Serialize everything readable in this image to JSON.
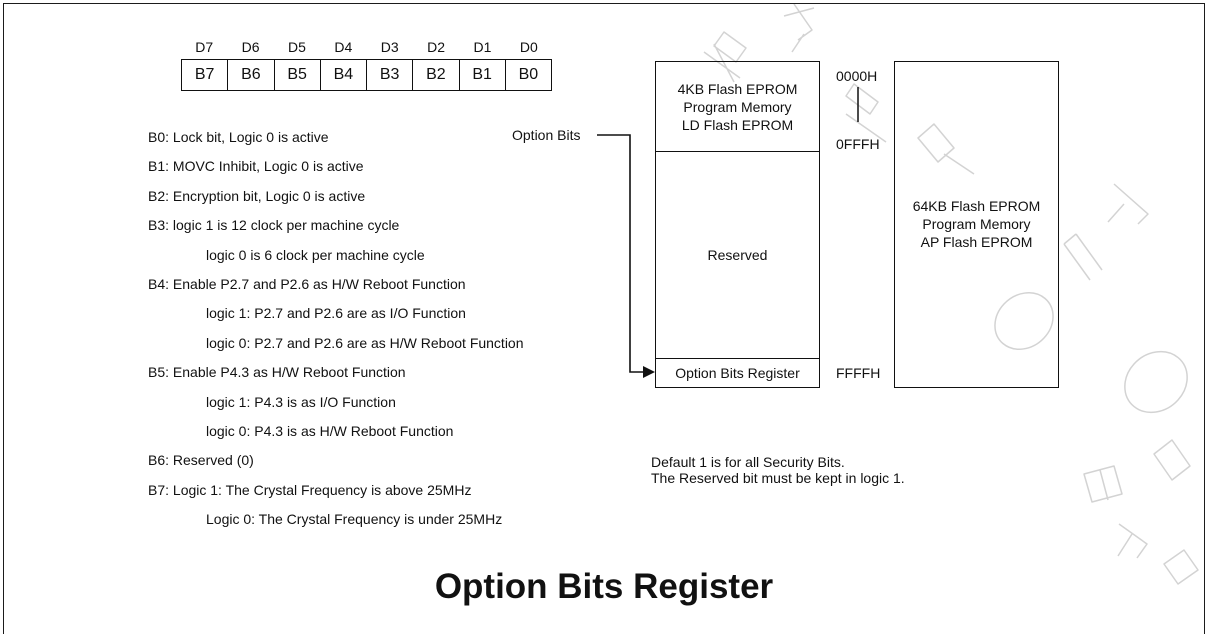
{
  "bit_labels": [
    "D7",
    "D6",
    "D5",
    "D4",
    "D3",
    "D2",
    "D1",
    "D0"
  ],
  "bit_cells": [
    "B7",
    "B6",
    "B5",
    "B4",
    "B3",
    "B2",
    "B1",
    "B0"
  ],
  "descriptions": [
    {
      "text": "B0:  Lock bit, Logic 0 is active",
      "indent": false
    },
    {
      "text": "B1:  MOVC Inhibit, Logic 0 is active",
      "indent": false
    },
    {
      "text": "B2:  Encryption bit, Logic 0 is active",
      "indent": false
    },
    {
      "text": "B3:  logic 1 is 12 clock per machine cycle",
      "indent": false
    },
    {
      "text": "logic 0 is 6 clock per machine cycle",
      "indent": true
    },
    {
      "text": "B4:  Enable P2.7 and P2.6 as H/W Reboot Function",
      "indent": false
    },
    {
      "text": "logic 1: P2.7 and P2.6 are as I/O Function",
      "indent": true
    },
    {
      "text": "logic 0: P2.7 and P2.6 are as H/W Reboot Function",
      "indent": true
    },
    {
      "text": "B5:  Enable P4.3 as H/W Reboot Function",
      "indent": false
    },
    {
      "text": "logic 1: P4.3 is as I/O Function",
      "indent": true
    },
    {
      "text": "logic 0: P4.3 is as H/W Reboot Function",
      "indent": true
    },
    {
      "text": "B6:  Reserved (0)",
      "indent": false
    },
    {
      "text": "B7:  Logic 1: The Crystal Frequency is above 25MHz",
      "indent": false
    },
    {
      "text": "Logic 0: The Crystal Frequency is under 25MHz",
      "indent": true
    }
  ],
  "option_bits_label": "Option Bits",
  "memory_map": {
    "ld_lines": [
      "4KB Flash EPROM",
      "Program Memory",
      "LD Flash EPROM"
    ],
    "reserved": "Reserved",
    "option_register": "Option Bits Register",
    "ap_lines": [
      "64KB Flash EPROM",
      "Program Memory",
      "AP Flash EPROM"
    ],
    "addr_start": "0000H",
    "addr_ld_end": "0FFFH",
    "addr_end": "FFFFH"
  },
  "notes": [
    "Default 1 is for all Security Bits.",
    "The Reserved bit must be kept in logic 1."
  ],
  "title": "Option Bits Register",
  "colors": {
    "line": "#111111",
    "watermark": "#cfcfcf"
  }
}
